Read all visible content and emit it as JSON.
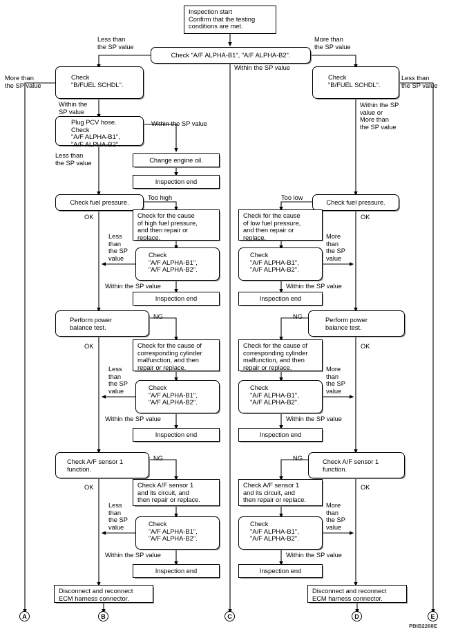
{
  "diagram": {
    "title": "Inspection start flow chart",
    "reference_code": "PBIB2268E",
    "nodes": {
      "start": "Inspection start\nConfirm that the testing\nconditions are met.",
      "check_alpha_main": "Check \"A/F ALPHA-B1\", \"A/F ALPHA-B2\".",
      "left_bfuel": "Check\n\"B/FUEL SCHDL\".",
      "left_pcv": "Plug PCV hose.\nCheck\n\"A/F ALPHA-B1\",\n\"A/F ALPHA-B2\".",
      "left_change_oil": "Change engine oil.",
      "left_insp_end_1": "Inspection end",
      "left_fuel_pressure": "Check fuel pressure.",
      "left_high_fuel_cause": "Check for the cause\nof high fuel pressure,\nand then repair or\nreplace.",
      "left_check_alpha_1": "Check\n\"A/F ALPHA-B1\",\n\"A/F ALPHA-B2\".",
      "left_insp_end_2": "Inspection end",
      "left_power_balance": "Perform power\nbalance test.",
      "left_cyl_cause": "Check for the cause of\ncorresponding cylinder\nmalfunction, and then\nrepair or replace.",
      "left_check_alpha_2": "Check\n\"A/F ALPHA-B1\",\n\"A/F ALPHA-B2\".",
      "left_insp_end_3": "Inspection end",
      "left_af_sensor": "Check A/F sensor 1\nfunction.",
      "left_af_circuit": "Check A/F sensor 1\nand its circuit, and\nthen repair or replace.",
      "left_check_alpha_3": "Check\n\"A/F ALPHA-B1\",\n\"A/F ALPHA-B2\".",
      "left_insp_end_4": "Inspection end",
      "left_disconnect": "Disconnect and reconnect\nECM harness connector.",
      "right_bfuel": "Check\n\"B/FUEL SCHDL\".",
      "right_fuel_pressure": "Check fuel pressure.",
      "right_low_fuel_cause": "Check for the cause\nof low fuel pressure,\nand then repair or\nreplace.",
      "right_check_alpha_1": "Check\n\"A/F ALPHA-B1\",\n\"A/F ALPHA-B2\".",
      "right_insp_end_1": "Inspection end",
      "right_power_balance": "Perform power\nbalance test.",
      "right_cyl_cause": "Check for the cause of\ncorresponding cylinder\nmalfunction, and then\nrepair or replace.",
      "right_check_alpha_2": "Check\n\"A/F ALPHA-B1\",\n\"A/F ALPHA-B2\".",
      "right_insp_end_2": "Inspection end",
      "right_af_sensor": "Check A/F sensor 1\nfunction.",
      "right_af_circuit": "Check A/F sensor 1\nand its circuit, and\nthen repair or replace.",
      "right_check_alpha_3": "Check\n\"A/F ALPHA-B1\",\n\"A/F ALPHA-B2\".",
      "right_insp_end_3": "Inspection end",
      "right_disconnect": "Disconnect and reconnect\nECM harness connector."
    },
    "edge_labels": {
      "l_less_than_sp": "Less than\nthe SP value",
      "r_more_than_sp": "More than\nthe SP value",
      "mid_within_sp": "Within the SP value",
      "far_left_more_than_sp": "More than\nthe SP value",
      "far_right_less_than_sp": "Less than\nthe SP value",
      "l_within_sp_1": "Within the\nSP value",
      "l_within_sp_side": "Within the SP value",
      "l_less_than_sp_2": "Less than\nthe SP value",
      "r_within_or_more": "Within the SP\nvalue or\nMore than\nthe SP value",
      "l_too_high": "Too high",
      "l_ok_1": "OK",
      "l_less_stack_1": "Less\nthan\nthe SP\nvalue",
      "l_within_sp_2": "Within the SP value",
      "r_too_low": "Too low",
      "r_ok_1": "OK",
      "r_more_stack_1": "More\nthan\nthe SP\nvalue",
      "r_within_sp_1": "Within the SP value",
      "l_ng_1": "NG",
      "l_ok_2": "OK",
      "l_less_stack_2": "Less\nthan\nthe SP\nvalue",
      "l_within_sp_3": "Within the SP value",
      "r_ng_1": "NG",
      "r_ok_2": "OK",
      "r_more_stack_2": "More\nthan\nthe SP\nvalue",
      "r_within_sp_2": "Within the SP value",
      "l_ng_2": "NG",
      "l_ok_3": "OK",
      "l_less_stack_3": "Less\nthan\nthe SP\nvalue",
      "l_within_sp_4": "Within the SP value",
      "r_ng_2": "NG",
      "r_ok_3": "OK",
      "r_more_stack_3": "More\nthan\nthe SP\nvalue",
      "r_within_sp_3": "Within the SP value"
    },
    "connectors": {
      "a": "A",
      "b": "B",
      "c": "C",
      "d": "D",
      "e": "E"
    }
  }
}
